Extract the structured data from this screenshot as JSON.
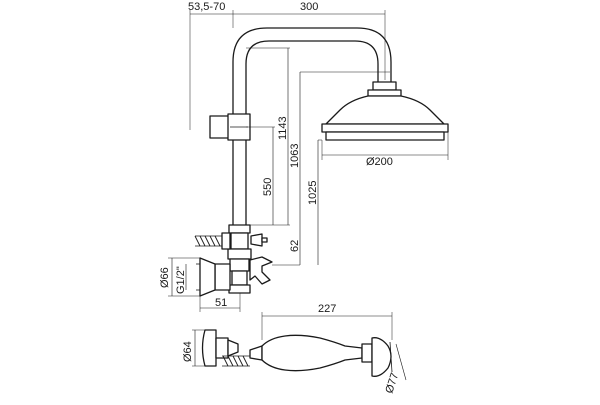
{
  "dimensions": {
    "bracket_offset": "53,5-70",
    "arm_reach": "300",
    "total_height": "1143",
    "head_height": "1063",
    "head_clearance": "1025",
    "slide_height": "550",
    "valve_offset": "62",
    "shower_head_diameter": "Ø200",
    "flange_diameter": "Ø66",
    "inlet_thread": "G1/2\"",
    "wall_depth": "51",
    "handshower_length": "227",
    "holder_diameter": "Ø64",
    "handshower_head_diameter": "Ø77"
  }
}
